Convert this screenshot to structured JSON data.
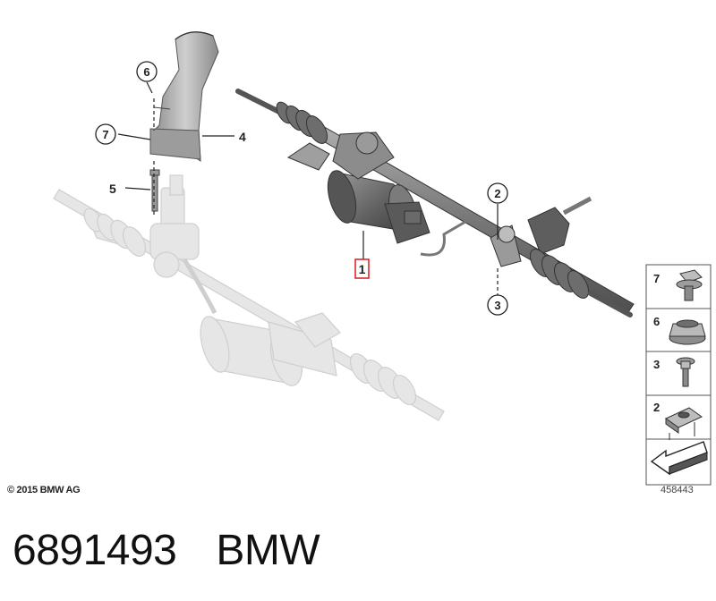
{
  "callouts": {
    "c1": "1",
    "c2": "2",
    "c3": "3",
    "c4": "4",
    "c5": "5",
    "c6": "6",
    "c7": "7"
  },
  "legend": {
    "items": [
      "7",
      "6",
      "3",
      "2"
    ]
  },
  "copyright": "© 2015 BMW AG",
  "diagram_id": "458443",
  "footer": {
    "part_number": "6891493",
    "brand": "BMW"
  },
  "colors": {
    "highlight_box": "#e0262b",
    "part_dark": "#6f6f6f",
    "part_ghost": "#d9d9d9"
  }
}
